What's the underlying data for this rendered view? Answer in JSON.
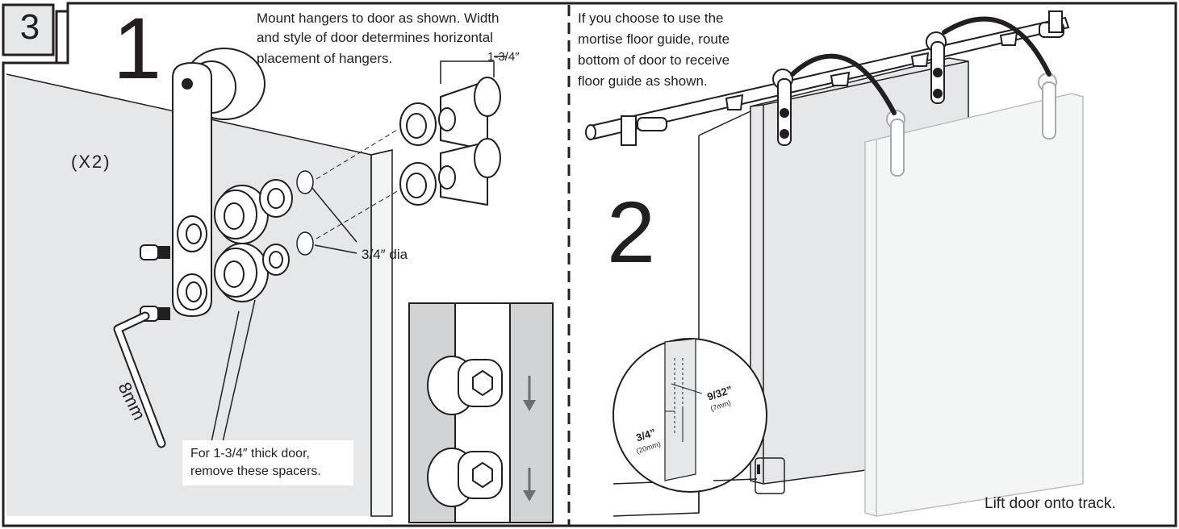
{
  "step_number": "3",
  "panel1": {
    "substep": "1",
    "instruction_lines": [
      "Mount hangers to door as shown. Width",
      "and style of door determines horizontal",
      "placement of hangers."
    ],
    "quantity": "(X2)",
    "dimension_thickness": "1-3/4″",
    "dimension_hole": "3/4″ dia",
    "tool_label": "8mm",
    "spacer_note_lines": [
      "For 1-3/4″ thick door,",
      "remove these spacers."
    ]
  },
  "panel2": {
    "substep": "2",
    "instruction_lines": [
      "If you choose to use the",
      "mortise floor guide, route",
      "bottom of door to receive",
      "floor guide as shown."
    ],
    "detail_width": "9/32”",
    "detail_width_mm": "(7mm)",
    "detail_depth": "3/4”",
    "detail_depth_mm": "(20mm)",
    "caption": "Lift door onto track."
  },
  "colors": {
    "line": "#231f20",
    "door_fill": "#e6e7e8",
    "ghost_door": "#f4f5f5",
    "inset_bg": "#d1d3d4"
  }
}
